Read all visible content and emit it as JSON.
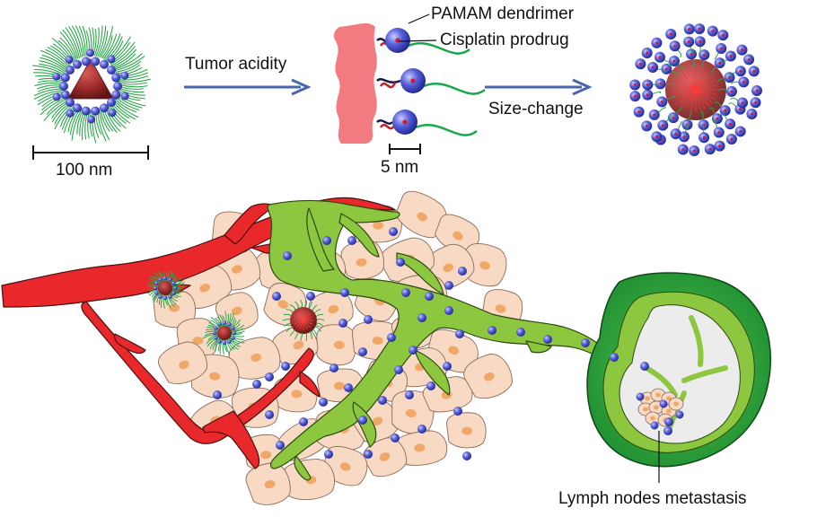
{
  "labels": {
    "tumor_acidity": "Tumor acidity",
    "size_change": "Size-change",
    "pamam_dendrimer": "PAMAM dendrimer",
    "cisplatin_prodrug": "Cisplatin prodrug",
    "scale_100nm": "100 nm",
    "scale_5nm": "5 nm",
    "lymph_nodes_metastasis": "Lymph nodes metastasis"
  },
  "colors": {
    "blood_vessel": "#e8282b",
    "lymph_vessel": "#8dc63f",
    "lymph_node_outer": "#2fa63c",
    "tumor_cell": "#f7d9c4",
    "nucleus": "#f0a868",
    "dendrimer": "#4a52c8",
    "core": "#a82e2e",
    "peg_corona": "#2aa84a",
    "arrow": "#4a66b0",
    "membrane": "#f27b82"
  }
}
